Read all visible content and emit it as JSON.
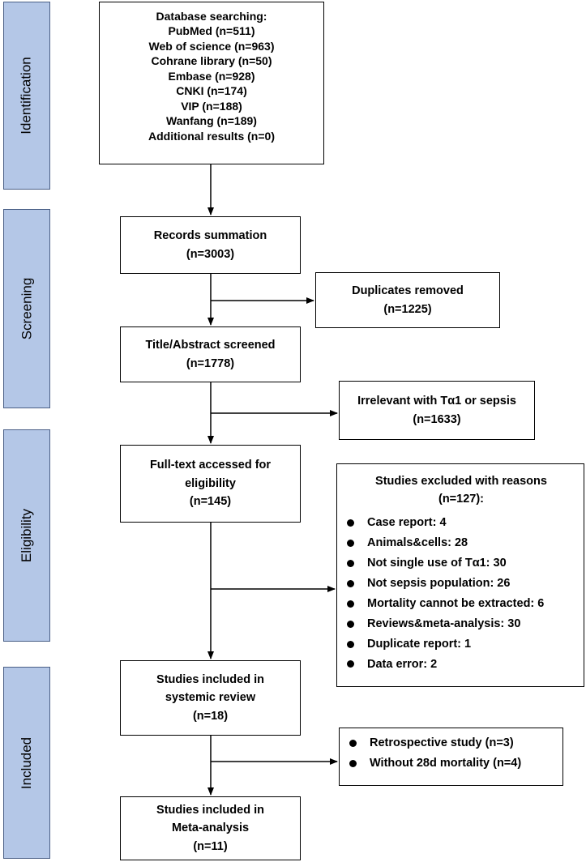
{
  "phases": [
    "Identification",
    "Screening",
    "Eligibility",
    "Included"
  ],
  "boxes": {
    "database": {
      "lines": [
        "Database searching:",
        "PubMed (n=511)",
        "Web of science (n=963)",
        "Cohrane library (n=50)",
        "Embase (n=928)",
        "CNKI (n=174)",
        "VIP (n=188)",
        "Wanfang (n=189)",
        "Additional results (n=0)"
      ]
    },
    "records": {
      "lines": [
        "Records summation",
        "(n=3003)"
      ]
    },
    "duplicates": {
      "lines": [
        "Duplicates removed",
        "(n=1225)"
      ]
    },
    "title_abstract": {
      "lines": [
        "Title/Abstract screened",
        "(n=1778)"
      ]
    },
    "irrelevant": {
      "lines": [
        "Irrelevant with Tα1 or sepsis",
        "(n=1633)"
      ]
    },
    "fulltext": {
      "lines": [
        "Full-text accessed for",
        "eligibility",
        "(n=145)"
      ]
    },
    "excluded": {
      "header": [
        "Studies excluded with reasons",
        "(n=127):"
      ],
      "items": [
        "Case report: 4",
        "Animals&cells: 28",
        "Not single use of Tα1: 30",
        "Not sepsis population: 26",
        "Mortality cannot be extracted: 6",
        "Reviews&meta-analysis: 30",
        "Duplicate report: 1",
        "Data error: 2"
      ]
    },
    "systematic": {
      "lines": [
        "Studies included in",
        "systemic review",
        "(n=18)"
      ]
    },
    "excluded2": {
      "items": [
        "Retrospective study (n=3)",
        "Without 28d mortality (n=4)"
      ]
    },
    "meta": {
      "lines": [
        "Studies included in",
        "Meta-analysis",
        "(n=11)"
      ]
    }
  }
}
